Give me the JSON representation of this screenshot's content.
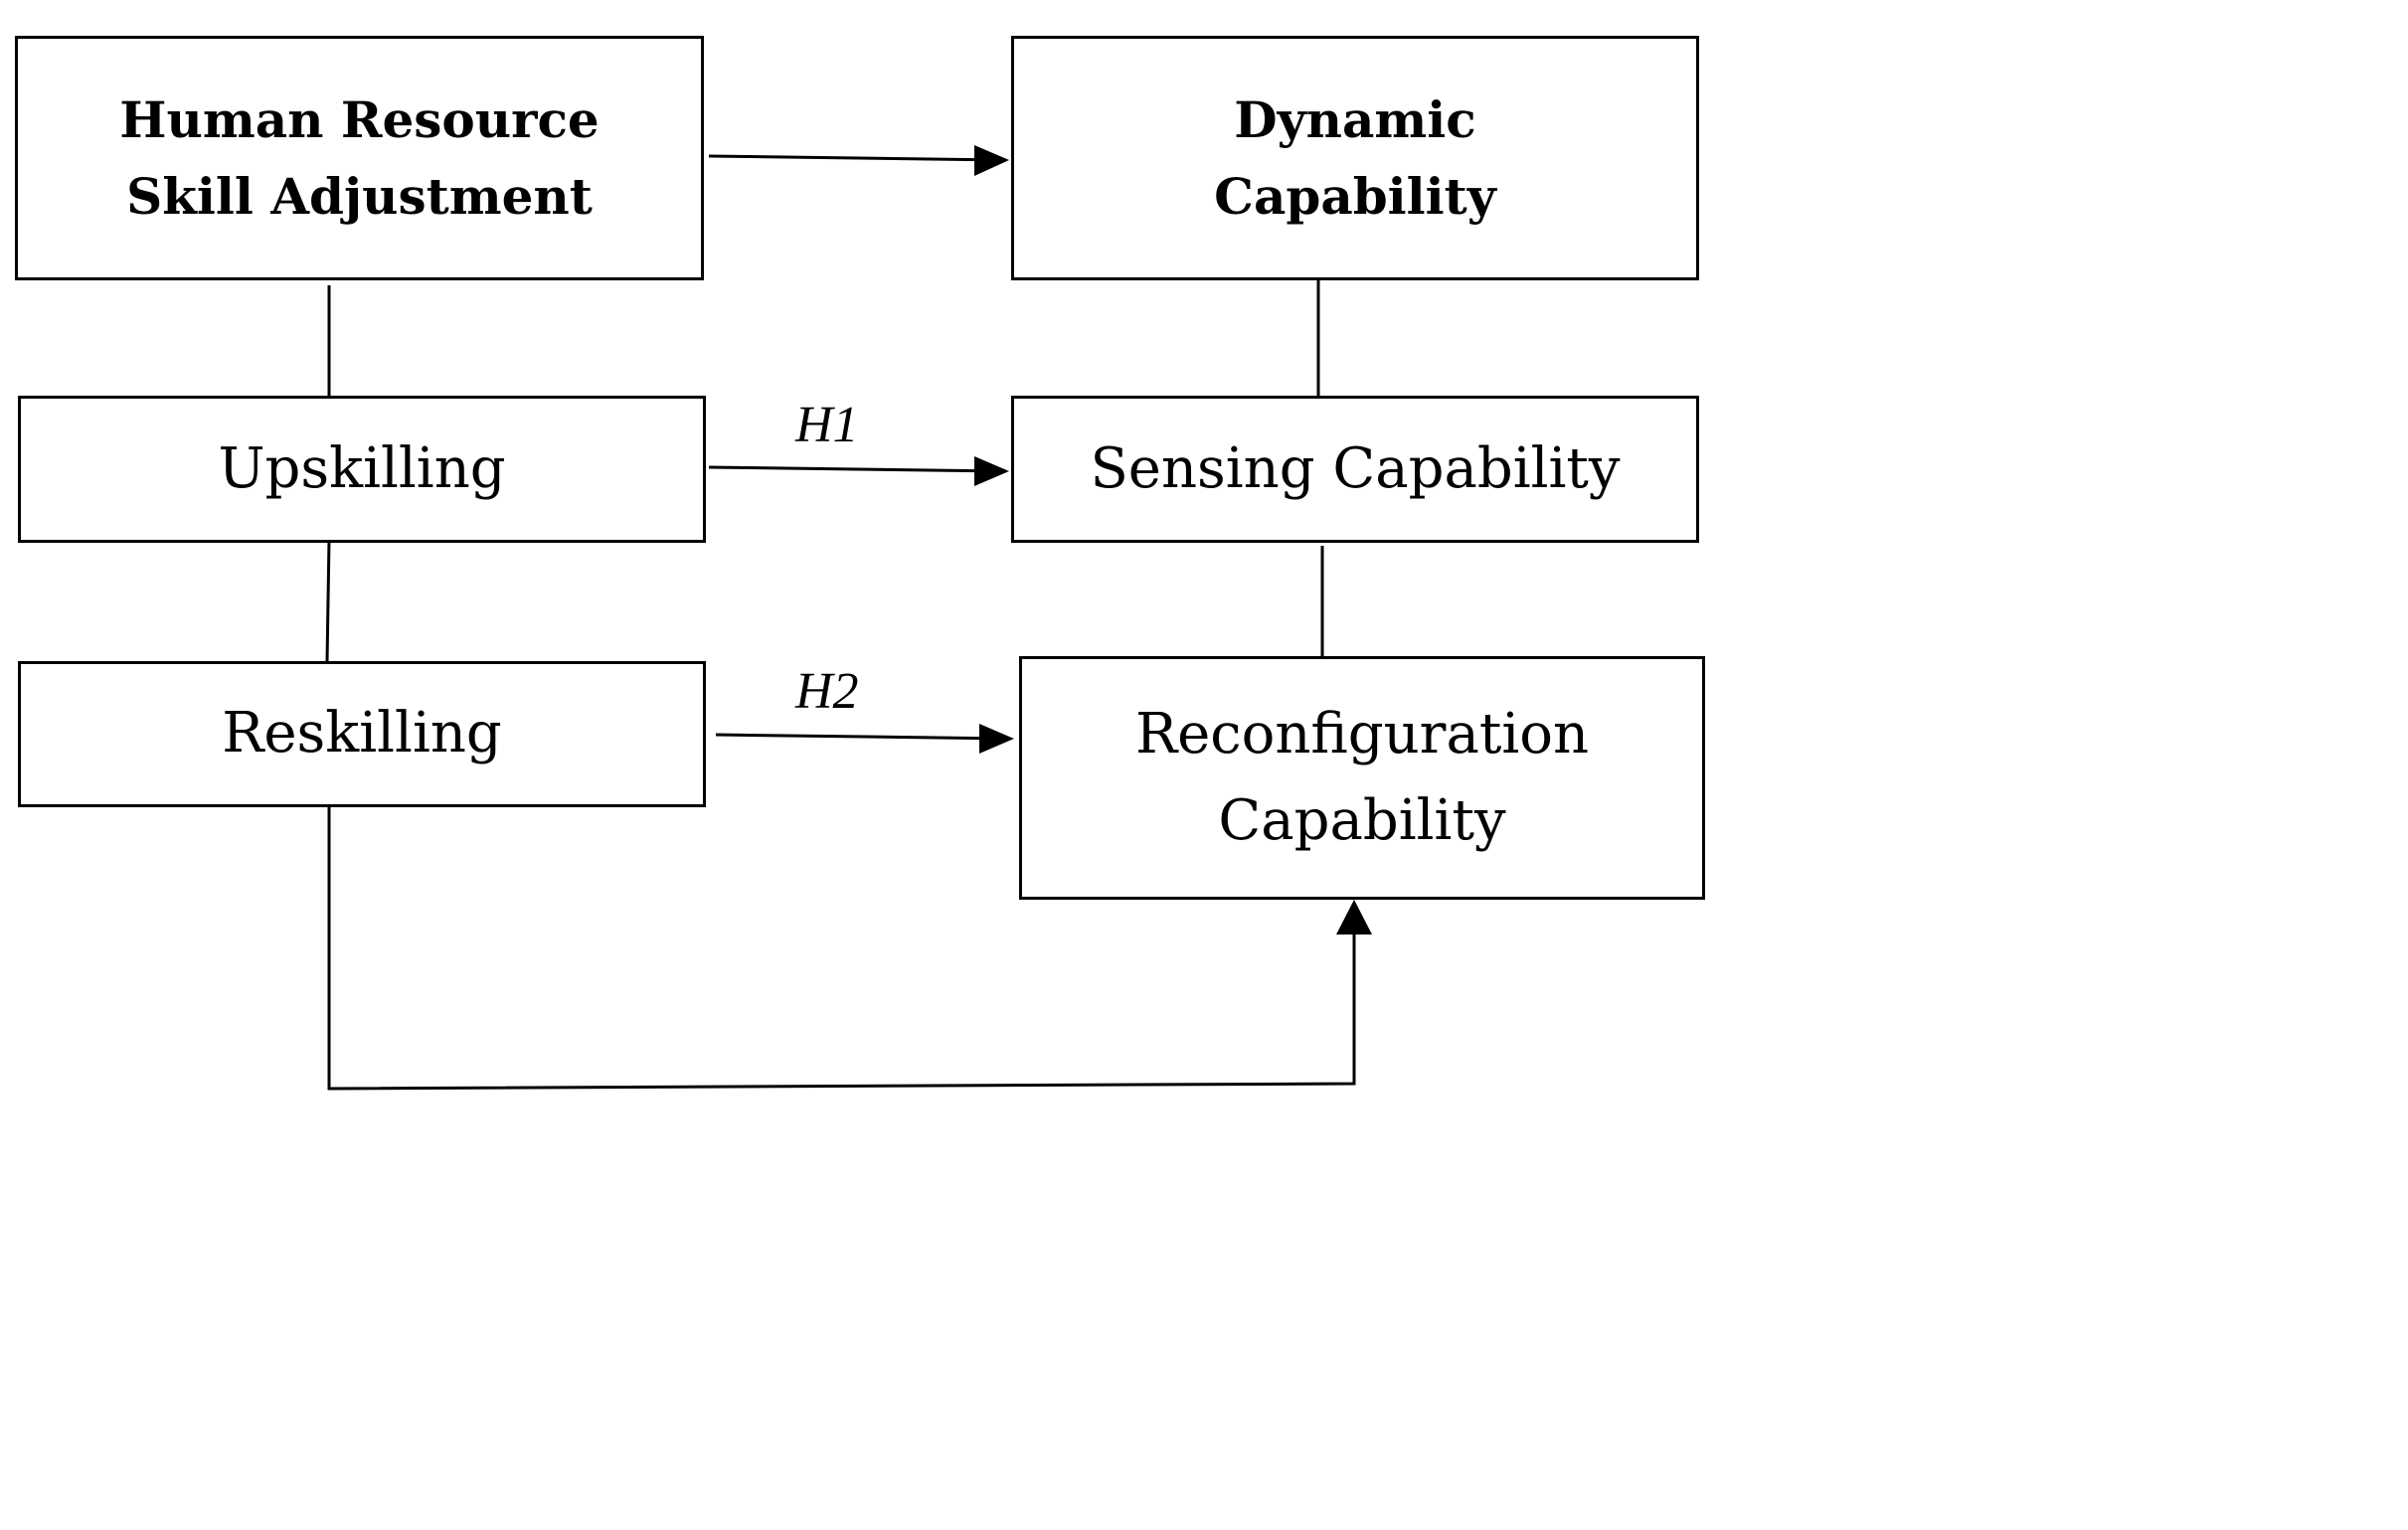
{
  "boxes": {
    "hr_skill_adjustment": {
      "line1": "Human Resource",
      "line2": "Skill Adjustment"
    },
    "dynamic_capability": {
      "line1": "Dynamic",
      "line2": "Capability"
    },
    "upskilling": {
      "label": "Upskilling"
    },
    "sensing_capability": {
      "label": "Sensing Capability"
    },
    "reskilling": {
      "label": "Reskilling"
    },
    "reconfiguration_capability": {
      "line1": "Reconfiguration",
      "line2": "Capability"
    }
  },
  "hypotheses": {
    "h1": "H1",
    "h2": "H2"
  }
}
